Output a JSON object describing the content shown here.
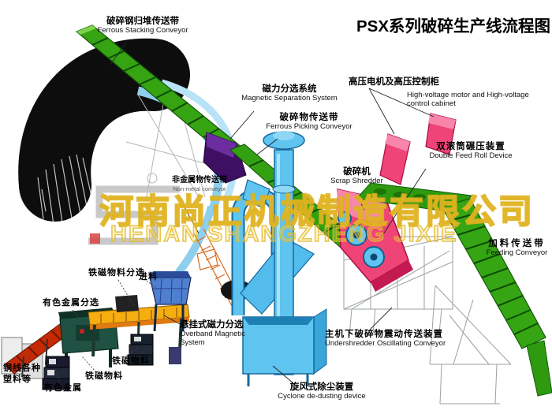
{
  "title": "PSX系列破碎生产线流程图",
  "watermark": {
    "cn": "河南尚正机械制造有限公司",
    "en": "HENAN SHANGZHENG JIXIE"
  },
  "labels": {
    "ferrous_stacking": {
      "cn": "破碎钢归堆传送带",
      "en": "Ferrous Stacking Conveyor"
    },
    "magnetic_separation": {
      "cn": "磁力分选系统",
      "en": "Magnetic Separation System"
    },
    "ferrous_picking": {
      "cn": "破碎物传送带",
      "en": "Ferrous Picking Conveyor"
    },
    "non_metal_conveyor": {
      "cn": "非金属物传送带",
      "en": "Non-metal conveyor"
    },
    "hv_cabinet": {
      "cn": "高压电机及高压控制柜",
      "en": "High-voltage motor and High-voltage control cabinet"
    },
    "double_feed_roll": {
      "cn": "双滚筒碾压装置",
      "en": "Double Feed Roll Device"
    },
    "scrap_shredder": {
      "cn": "破碎机",
      "en": "Scrap Shredder"
    },
    "feeding_conveyor": {
      "cn": "加料传送带",
      "en": "Feeding Conveyor"
    },
    "overband_magnet": {
      "cn": "悬挂式磁力分选",
      "en": "Overband Magnetic System"
    },
    "undershredder": {
      "cn": "主机下破碎物震动传送装置",
      "en": "Undershredder Oscillating Conveyor"
    },
    "cyclone": {
      "cn": "旋风式除尘装置",
      "en": "Cyclone de-dusting device"
    },
    "ferro_sorting": {
      "cn": "铁磁物料分选"
    },
    "feed_inlet": {
      "cn": "进料"
    },
    "nonferrous_sorting": {
      "cn": "有色金属分选"
    },
    "copper_wire": {
      "cn": "铜线各种",
      "cn2": "塑料等"
    },
    "nonferrous_metal": {
      "cn": "有色金属"
    },
    "ferro_material_1": {
      "cn": "铁磁物料"
    },
    "ferro_material_2": {
      "cn": "铁磁物料"
    }
  },
  "colors": {
    "conveyor_green": "#36a312",
    "machine_cyan": "#5fc4ef",
    "machine_pink": "#ef4478",
    "magnet_purple": "#3f0f63",
    "beam_yellow": "#f5ad10",
    "belt_red": "#c32a05",
    "watermark_gold": "#deb01c"
  }
}
